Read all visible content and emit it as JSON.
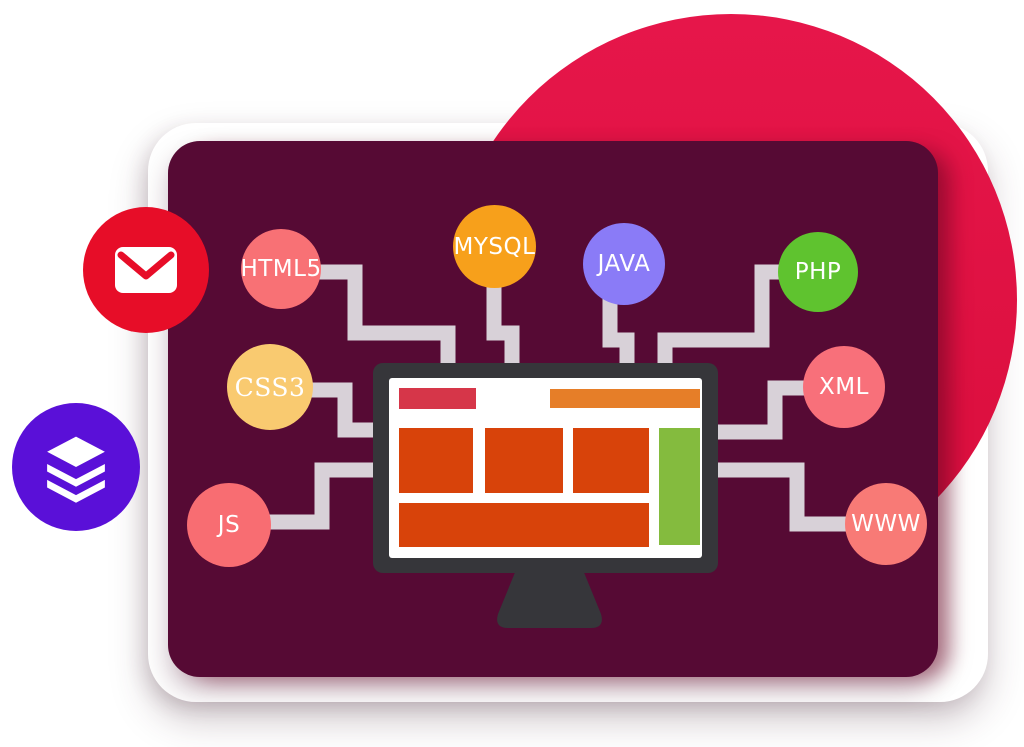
{
  "title": "Web development technologies illustration",
  "bubbles": [
    {
      "label": "HTML5",
      "color": "#f87175"
    },
    {
      "label": "MYSQL",
      "color": "#f7a01b"
    },
    {
      "label": "JAVA",
      "color": "#8a7bf7"
    },
    {
      "label": "PHP",
      "color": "#5fc32f"
    },
    {
      "label": "CSS3",
      "color": "#f9ca70"
    },
    {
      "label": "XML",
      "color": "#f8707a"
    },
    {
      "label": "JS",
      "color": "#f86d72"
    },
    {
      "label": "WWW",
      "color": "#f87a76"
    }
  ],
  "icons": [
    {
      "name": "mail-icon",
      "background": "#e70d28"
    },
    {
      "name": "layers-icon",
      "background": "#5a10d8"
    }
  ],
  "palette": {
    "panel": "#560a34",
    "backdrop_circle": "#e01342",
    "connector": "#d8d1d8",
    "monitor_frame": "#36363a",
    "screen_red": "#d63649",
    "screen_orange": "#e67e28",
    "screen_vermillion": "#d8430a",
    "screen_green": "#84bb3e"
  }
}
